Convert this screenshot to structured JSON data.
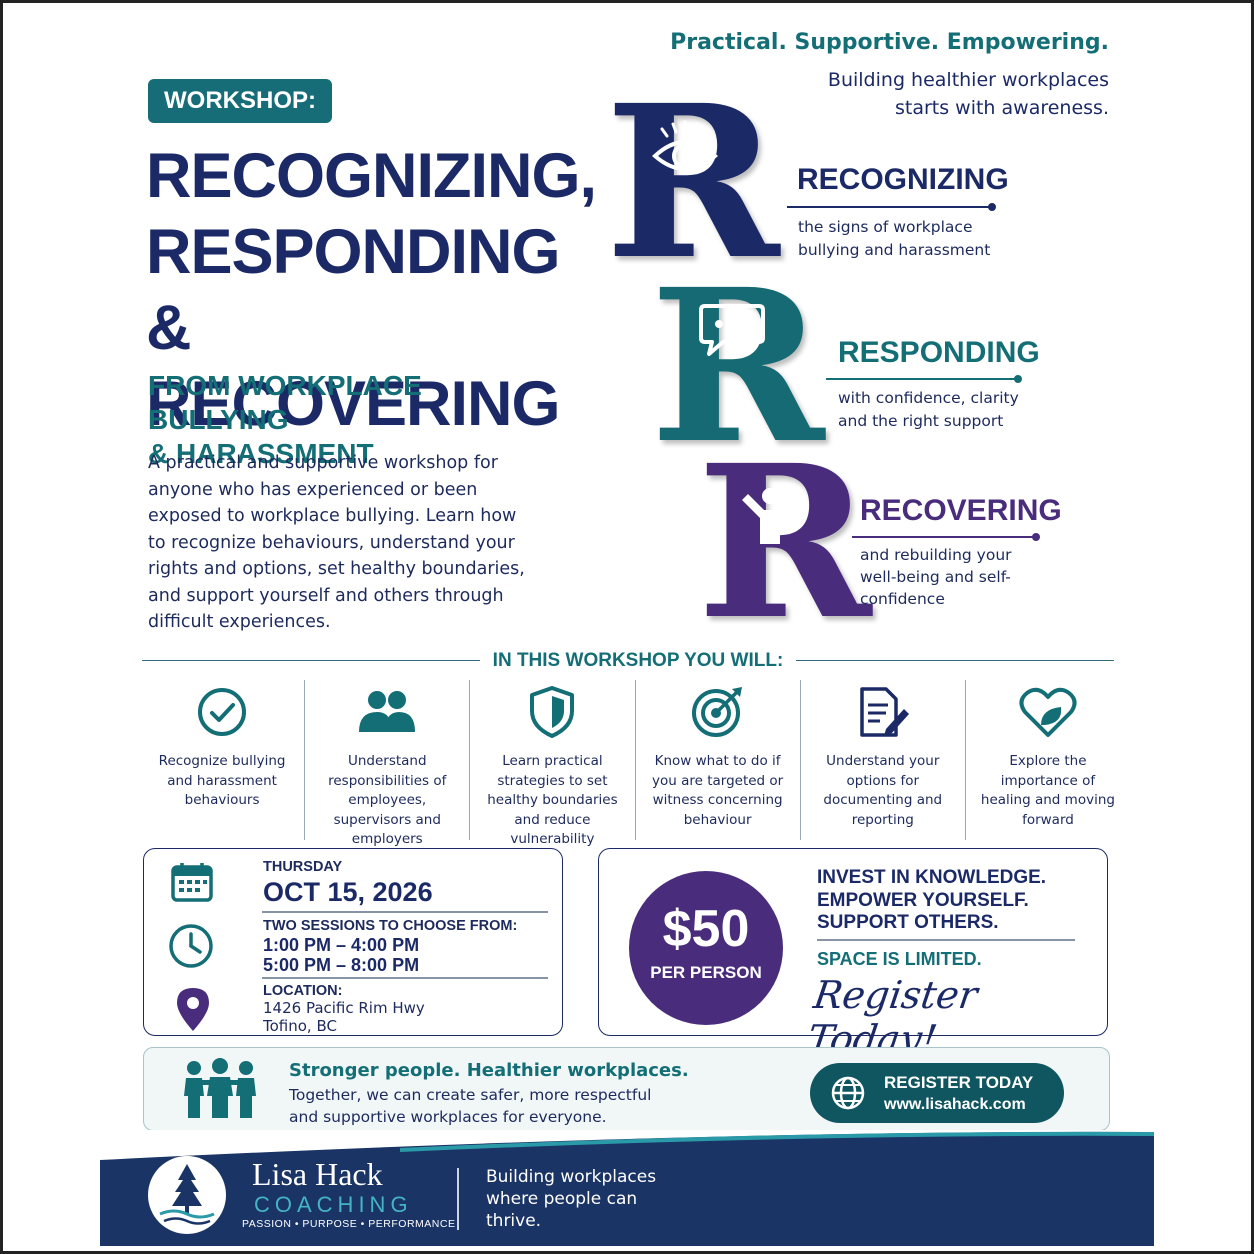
{
  "header": {
    "tagline": "Practical. Supportive. Empowering.",
    "subtagline": "Building healthier workplaces starts with awareness."
  },
  "hero": {
    "tag": "WORKSHOP:",
    "title_lines": [
      "RECOGNIZING,",
      "RESPONDING &",
      "RECOVERING"
    ],
    "subtitle_lines": [
      "FROM WORKPLACE BULLYING",
      "& HARASSMENT"
    ],
    "intro": "A practical and supportive workshop for anyone who has experienced or been exposed to workplace bullying. Learn how to recognize behaviours, understand your rights and options, set healthy boundaries, and support yourself and others through difficult experiences."
  },
  "rrr": {
    "letter": "R",
    "items": [
      {
        "label": "RECOGNIZING",
        "desc": "the signs of workplace bullying and harassment",
        "icon": "eye-icon",
        "color": "#1b2a67"
      },
      {
        "label": "RESPONDING",
        "desc": "with confidence, clarity and the right support",
        "icon": "speech-bubble-icon",
        "color": "#146e76"
      },
      {
        "label": "RECOVERING",
        "desc": "and rebuilding your well-being and self-confidence",
        "icon": "person-raised-arms-icon",
        "color": "#4a2c7d"
      }
    ]
  },
  "workshop": {
    "heading": "IN THIS WORKSHOP YOU WILL:",
    "features": [
      {
        "icon": "check-circle-icon",
        "text": "Recognize bullying and harassment behaviours"
      },
      {
        "icon": "people-icon",
        "text": "Understand responsibilities of employees, supervisors and employers"
      },
      {
        "icon": "shield-icon",
        "text": "Learn practical strategies to set healthy boundaries and reduce vulnerability"
      },
      {
        "icon": "target-icon",
        "text": "Know what to do if you are targeted or witness concerning behaviour"
      },
      {
        "icon": "document-pen-icon",
        "text": "Understand your options for documenting and reporting"
      },
      {
        "icon": "heart-leaf-icon",
        "text": "Explore the importance of healing and moving forward"
      }
    ]
  },
  "details": {
    "day": "THURSDAY",
    "date": "OCT 15, 2026",
    "sessions_label": "TWO SESSIONS TO CHOOSE FROM:",
    "session1": "1:00 PM – 4:00 PM",
    "session2": "5:00 PM – 8:00 PM",
    "location_label": "LOCATION:",
    "address1": "1426 Pacific Rim Hwy",
    "address2": "Tofino, BC"
  },
  "price": {
    "amount": "$50",
    "per": "PER PERSON",
    "line1": "INVEST IN KNOWLEDGE.",
    "line2": "EMPOWER YOURSELF.",
    "line3": "SUPPORT OTHERS.",
    "space": "SPACE IS LIMITED.",
    "cta_script": "Register Today!"
  },
  "banner": {
    "heading": "Stronger people. Healthier workplaces.",
    "text_line1": "Together, we can create safer, more respectful",
    "text_line2": "and supportive workplaces for everyone.",
    "button_line1": "REGISTER TODAY",
    "button_line2": "www.lisahack.com"
  },
  "footer": {
    "brand": "Lisa Hack",
    "brand_sub": "COACHING",
    "brand_tag": "PASSION • PURPOSE • PERFORMANCE",
    "message_line1": "Building workplaces",
    "message_line2": "where people can",
    "message_line3": "thrive."
  },
  "colors": {
    "navy": "#1b2a67",
    "teal": "#146e76",
    "purple": "#4a2c7d",
    "footer": "#1a3466"
  }
}
